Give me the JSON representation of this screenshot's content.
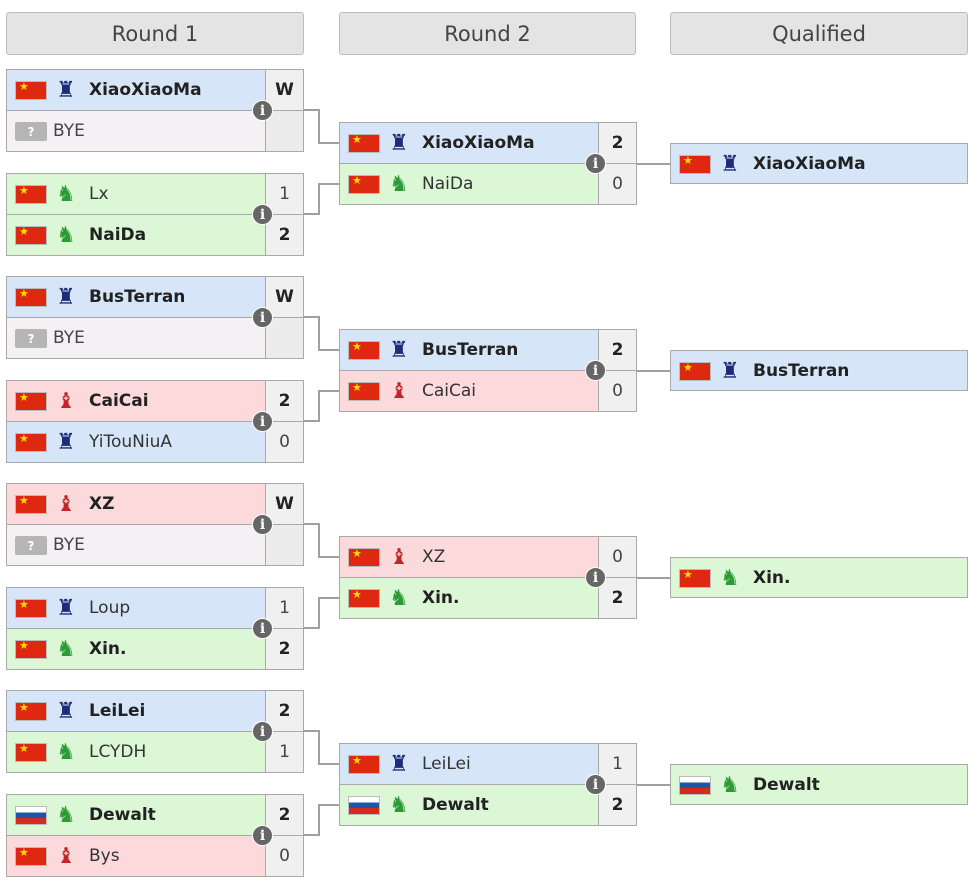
{
  "headers": {
    "round1": "Round 1",
    "round2": "Round 2",
    "qualified": "Qualified"
  },
  "round1": [
    {
      "top": {
        "name": "XiaoXiaoMa",
        "flag": "cn",
        "race": "terran",
        "score": "W",
        "win": true
      },
      "bot": {
        "name": "BYE",
        "flag": "?",
        "race": "bye",
        "score": "",
        "win": false
      }
    },
    {
      "top": {
        "name": "Lx",
        "flag": "cn",
        "race": "protoss",
        "score": "1",
        "win": false
      },
      "bot": {
        "name": "NaiDa",
        "flag": "cn",
        "race": "protoss",
        "score": "2",
        "win": true
      }
    },
    {
      "top": {
        "name": "BusTerran",
        "flag": "cn",
        "race": "terran",
        "score": "W",
        "win": true
      },
      "bot": {
        "name": "BYE",
        "flag": "?",
        "race": "bye",
        "score": "",
        "win": false
      }
    },
    {
      "top": {
        "name": "CaiCai",
        "flag": "cn",
        "race": "zerg",
        "score": "2",
        "win": true
      },
      "bot": {
        "name": "YiTouNiuA",
        "flag": "cn",
        "race": "terran",
        "score": "0",
        "win": false
      }
    },
    {
      "top": {
        "name": "XZ",
        "flag": "cn",
        "race": "zerg",
        "score": "W",
        "win": true
      },
      "bot": {
        "name": "BYE",
        "flag": "?",
        "race": "bye",
        "score": "",
        "win": false
      }
    },
    {
      "top": {
        "name": "Loup",
        "flag": "cn",
        "race": "terran",
        "score": "1",
        "win": false
      },
      "bot": {
        "name": "Xin.",
        "flag": "cn",
        "race": "protoss",
        "score": "2",
        "win": true
      }
    },
    {
      "top": {
        "name": "LeiLei",
        "flag": "cn",
        "race": "terran",
        "score": "2",
        "win": true
      },
      "bot": {
        "name": "LCYDH",
        "flag": "cn",
        "race": "protoss",
        "score": "1",
        "win": false
      }
    },
    {
      "top": {
        "name": "Dewalt",
        "flag": "ru",
        "race": "protoss",
        "score": "2",
        "win": true
      },
      "bot": {
        "name": "Bys",
        "flag": "cn",
        "race": "zerg",
        "score": "0",
        "win": false
      }
    }
  ],
  "round2": [
    {
      "top": {
        "name": "XiaoXiaoMa",
        "flag": "cn",
        "race": "terran",
        "score": "2",
        "win": true
      },
      "bot": {
        "name": "NaiDa",
        "flag": "cn",
        "race": "protoss",
        "score": "0",
        "win": false
      }
    },
    {
      "top": {
        "name": "BusTerran",
        "flag": "cn",
        "race": "terran",
        "score": "2",
        "win": true
      },
      "bot": {
        "name": "CaiCai",
        "flag": "cn",
        "race": "zerg",
        "score": "0",
        "win": false
      }
    },
    {
      "top": {
        "name": "XZ",
        "flag": "cn",
        "race": "zerg",
        "score": "0",
        "win": false
      },
      "bot": {
        "name": "Xin.",
        "flag": "cn",
        "race": "protoss",
        "score": "2",
        "win": true
      }
    },
    {
      "top": {
        "name": "LeiLei",
        "flag": "cn",
        "race": "terran",
        "score": "1",
        "win": false
      },
      "bot": {
        "name": "Dewalt",
        "flag": "ru",
        "race": "protoss",
        "score": "2",
        "win": true
      }
    }
  ],
  "qualified": [
    {
      "name": "XiaoXiaoMa",
      "flag": "cn",
      "race": "terran"
    },
    {
      "name": "BusTerran",
      "flag": "cn",
      "race": "terran"
    },
    {
      "name": "Xin.",
      "flag": "cn",
      "race": "protoss"
    },
    {
      "name": "Dewalt",
      "flag": "ru",
      "race": "protoss"
    }
  ],
  "icons": {
    "info": "i",
    "unknown_flag": "?",
    "terran": "terran-race-icon",
    "protoss": "protoss-race-icon",
    "zerg": "zerg-race-icon"
  },
  "colors": {
    "terran_bg": "#d6e6f8",
    "protoss_bg": "#dbf7d5",
    "zerg_bg": "#fcdadb",
    "bye_bg": "#f4f0f4"
  }
}
